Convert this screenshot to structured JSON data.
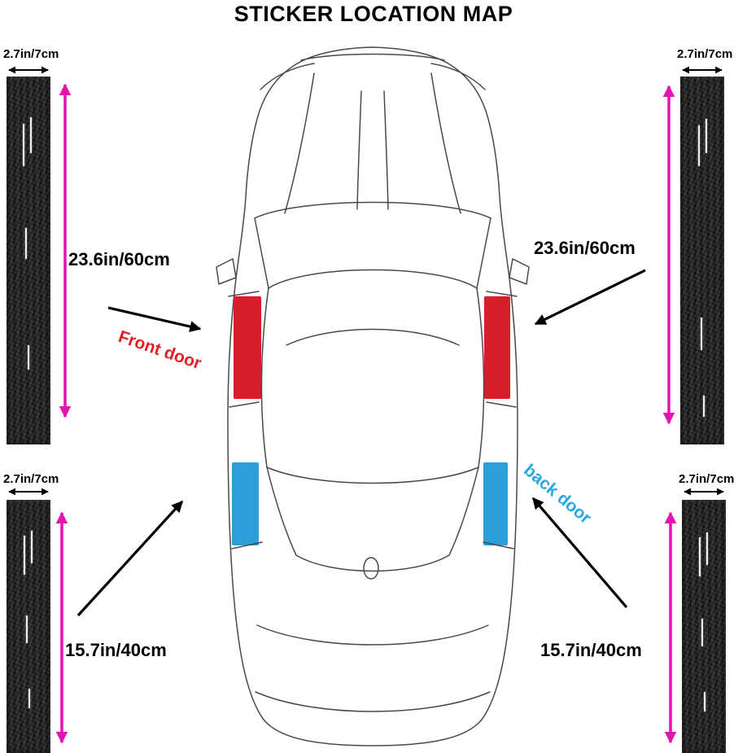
{
  "title": "STICKER LOCATION MAP",
  "strips": {
    "top_left": {
      "width_label": "2.7in/7cm",
      "length_label": "23.6in/60cm"
    },
    "top_right": {
      "width_label": "2.7in/7cm",
      "length_label": "23.6in/60cm"
    },
    "bottom_left": {
      "width_label": "2.7in/7cm",
      "length_label": "15.7in/40cm"
    },
    "bottom_right": {
      "width_label": "2.7in/7cm",
      "length_label": "15.7in/40cm"
    }
  },
  "annotations": {
    "front_door_label": "Front door",
    "back_door_label": "back door"
  },
  "colors": {
    "length_arrow": "#e312b0",
    "pointer_arrow": "#000000",
    "front_door_sticker": "#d81e28",
    "back_door_sticker": "#2e9ed9",
    "front_door_label": "#e02127",
    "back_door_label": "#28a7e1",
    "strip_color": "#1a1a1a"
  }
}
